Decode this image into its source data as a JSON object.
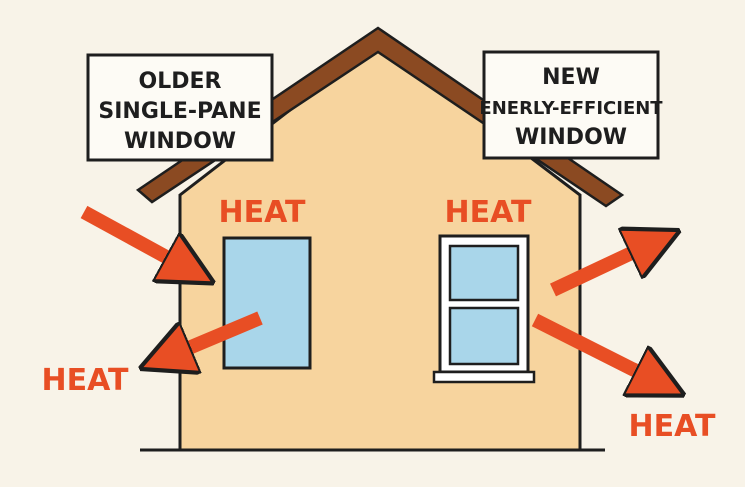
{
  "labels": {
    "old_window": [
      "OLDER",
      "SINGLE-PANE",
      "WINDOW"
    ],
    "new_window": [
      "NEW",
      "ENERLY-EFFICIENT",
      "WINDOW"
    ]
  },
  "heat": [
    "HEAT",
    "HEAT",
    "HEAT",
    "HEAT"
  ],
  "colors": {
    "background": "#f8f3e8",
    "wall": "#f7d49e",
    "roof": "#8b4a22",
    "glass": "#a9d6ea",
    "arrow": "#e84e24",
    "outline": "#1e1e1e"
  }
}
